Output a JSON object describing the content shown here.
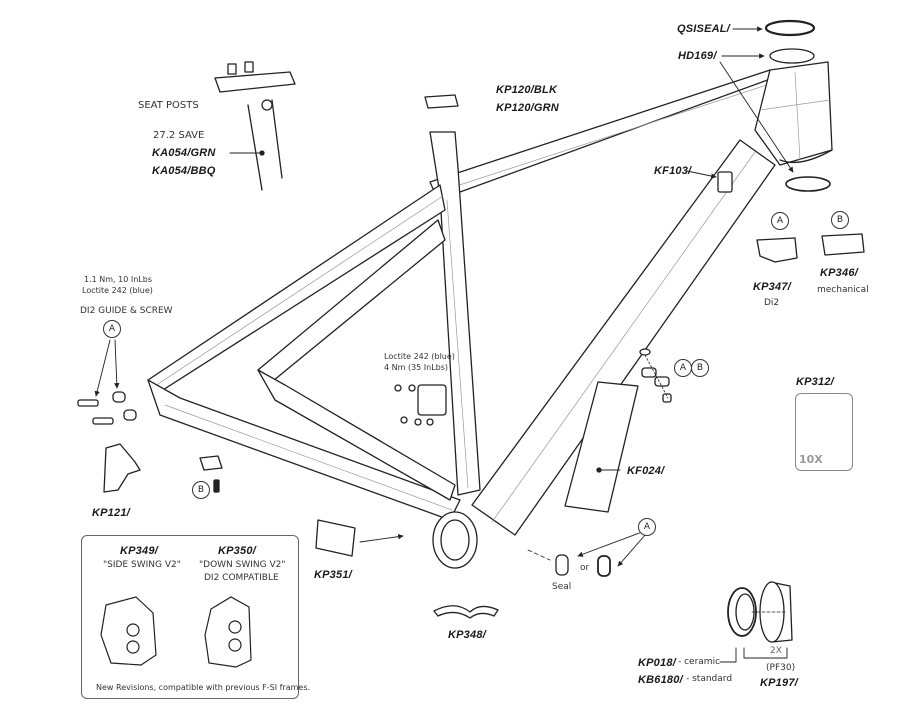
{
  "diagram": {
    "title": "Frame Parts Exploded Diagram",
    "parts": {
      "qsiseal": "QSISEAL/",
      "hd169": "HD169/",
      "kp120_blk": "KP120/BLK",
      "kp120_grn": "KP120/GRN",
      "kf103": "KF103/",
      "kp347": "KP347/",
      "kp347_sub": "Di2",
      "kp346": "KP346/",
      "kp346_sub": "mechanical",
      "kp312": "KP312/",
      "kp312_qty": "10X",
      "kf024": "KF024/",
      "kp121": "KP121/",
      "kp351": "KP351/",
      "kp348": "KP348/",
      "kp018": "KP018/",
      "kp018_sub": "- ceramic",
      "kb6180": "KB6180/",
      "kb6180_sub": "- standard",
      "kp197": "KP197/",
      "kp197_note": "(PF30)",
      "kp197_qty": "2X"
    },
    "seatpost": {
      "heading": "SEAT POSTS",
      "model": "27.2 SAVE",
      "part1": "KA054/GRN",
      "part2": "KA054/BBQ"
    },
    "di2_guide": {
      "torque": "1.1 Nm, 10 InLbs",
      "loctite": "Loctite 242 (blue)",
      "heading": "DI2 GUIDE & SCREW"
    },
    "derailleur_mount": {
      "loctite": "Loctite 242 (blue)",
      "torque": "4 Nm (35 InLbs)"
    },
    "bb_cable": {
      "seal_label": "Seal",
      "or_label": "or"
    },
    "callouts": {
      "a": "A",
      "b": "B"
    },
    "hanger_box": {
      "left_part": "KP349/",
      "left_name": "\"SIDE SWING V2\"",
      "right_part": "KP350/",
      "right_name": "\"DOWN SWING V2\"",
      "right_note": "DI2 COMPATIBLE",
      "footer": "New Revisions, compatible with previous F-SI frames."
    }
  }
}
